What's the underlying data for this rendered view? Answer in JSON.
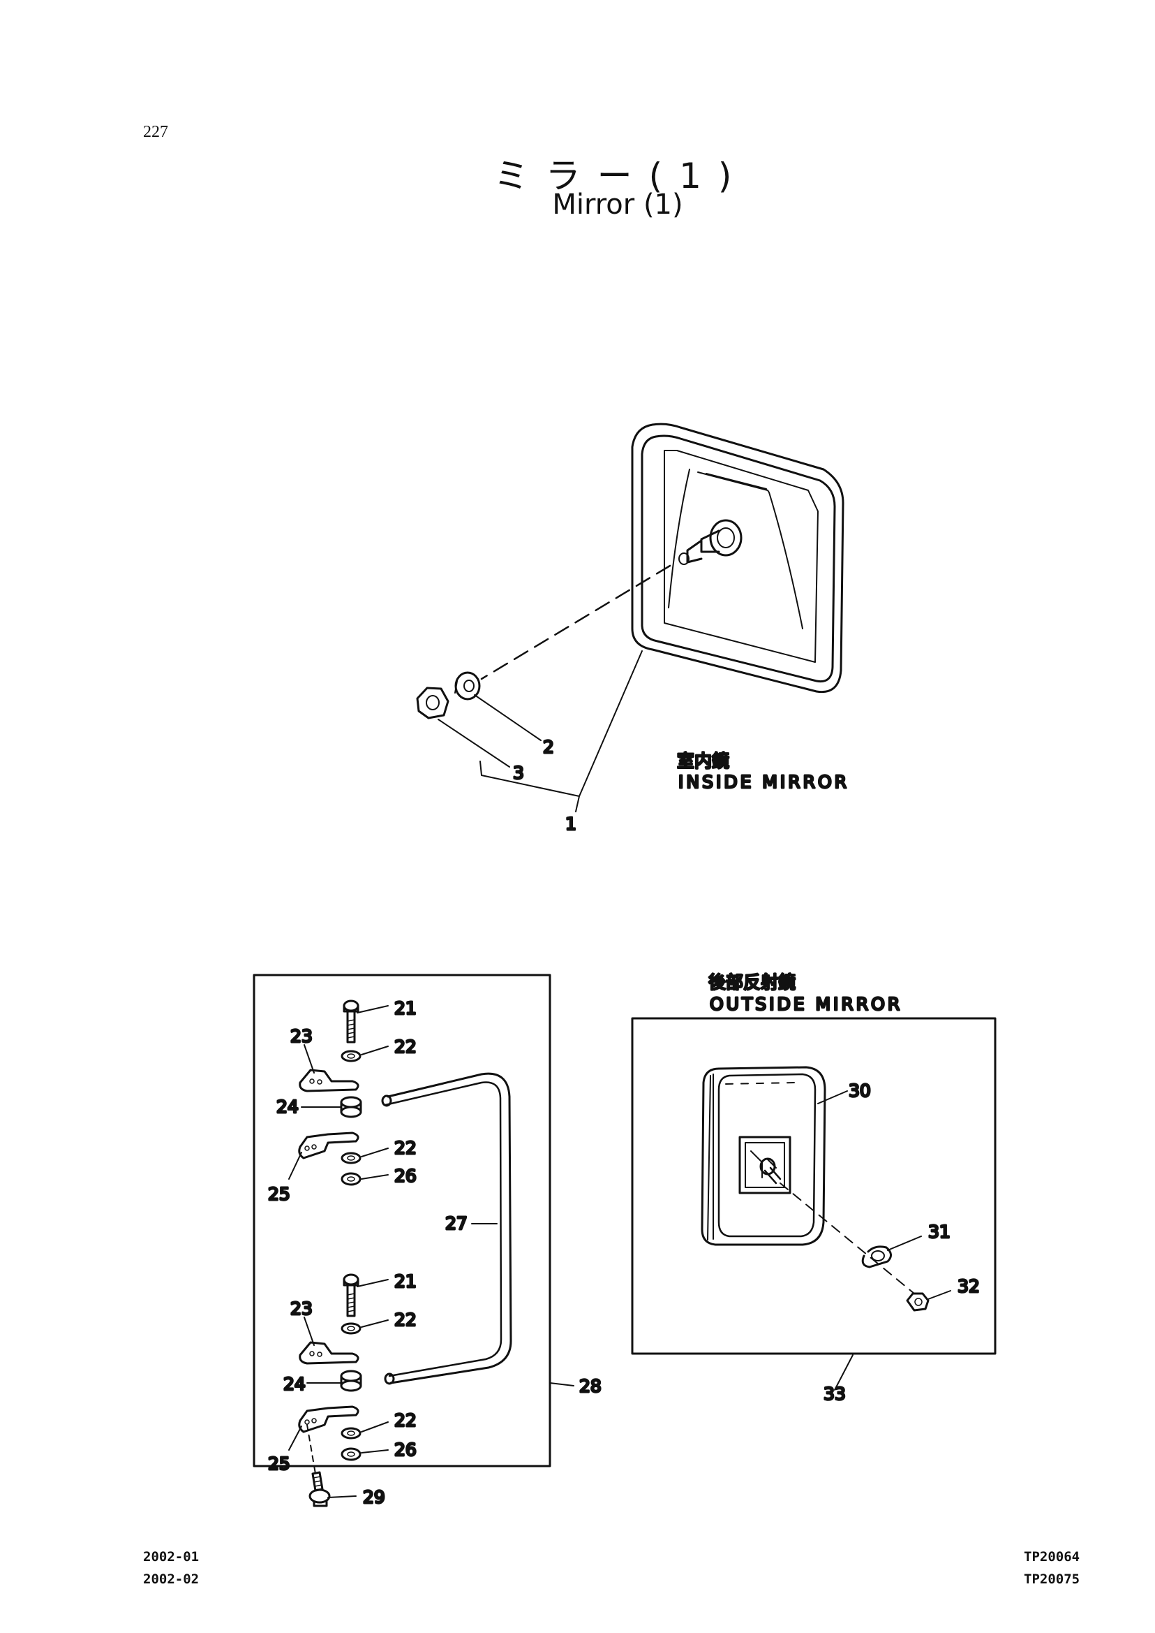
{
  "page": {
    "number": "227"
  },
  "title": {
    "jp": "ミラー(1)",
    "en": "Mirror (1)"
  },
  "sections": {
    "inside": {
      "jp": "室内鏡",
      "en": "INSIDE MIRROR"
    },
    "outside": {
      "jp": "後部反射鏡",
      "en": "OUTSIDE MIRROR"
    }
  },
  "callouts": {
    "c1": "1",
    "c2": "2",
    "c3": "3",
    "c21a": "21",
    "c22a": "22",
    "c23a": "23",
    "c24a": "24",
    "c25a": "25",
    "c22b": "22",
    "c26a": "26",
    "c27": "27",
    "c21b": "21",
    "c22c": "22",
    "c23b": "23",
    "c24b": "24",
    "c25b": "25",
    "c22d": "22",
    "c26b": "26",
    "c28": "28",
    "c29": "29",
    "c30": "30",
    "c31": "31",
    "c32": "32",
    "c33": "33"
  },
  "footer": {
    "left": [
      "2002-01",
      "2002-02"
    ],
    "right": [
      "TP20064",
      "TP20075"
    ]
  }
}
